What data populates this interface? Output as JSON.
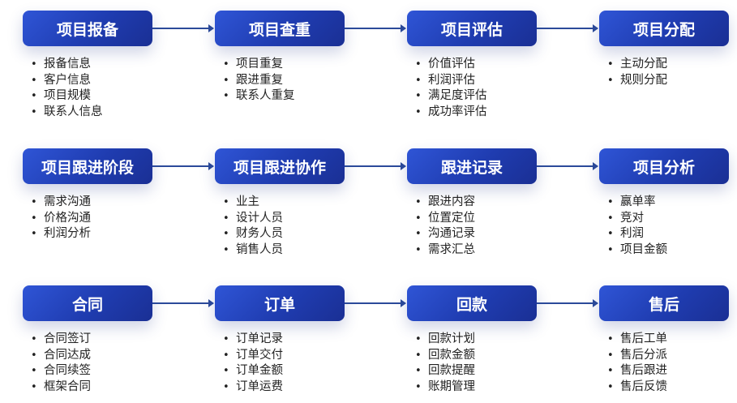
{
  "rows": [
    {
      "steps": [
        {
          "title": "项目报备",
          "items": [
            "报备信息",
            "客户信息",
            "项目规模",
            "联系人信息"
          ]
        },
        {
          "title": "项目查重",
          "items": [
            "项目重复",
            "跟进重复",
            "联系人重复"
          ]
        },
        {
          "title": "项目评估",
          "items": [
            "价值评估",
            "利润评估",
            "满足度评估",
            "成功率评估"
          ]
        },
        {
          "title": "项目分配",
          "items": [
            "主动分配",
            "规则分配"
          ]
        }
      ]
    },
    {
      "steps": [
        {
          "title": "项目跟进阶段",
          "items": [
            "需求沟通",
            "价格沟通",
            "利润分析"
          ]
        },
        {
          "title": "项目跟进协作",
          "items": [
            "业主",
            "设计人员",
            "财务人员",
            "销售人员"
          ]
        },
        {
          "title": "跟进记录",
          "items": [
            "跟进内容",
            "位置定位",
            "沟通记录",
            "需求汇总"
          ]
        },
        {
          "title": "项目分析",
          "items": [
            "赢单率",
            "竞对",
            "利润",
            "项目金额"
          ]
        }
      ]
    },
    {
      "steps": [
        {
          "title": "合同",
          "items": [
            "合同签订",
            "合同达成",
            "合同续签",
            "框架合同"
          ]
        },
        {
          "title": "订单",
          "items": [
            "订单记录",
            "订单交付",
            "订单金额",
            "订单运费"
          ]
        },
        {
          "title": "回款",
          "items": [
            "回款计划",
            "回款金额",
            "回款提醒",
            "账期管理"
          ]
        },
        {
          "title": "售后",
          "items": [
            "售后工单",
            "售后分派",
            "售后跟进",
            "售后反馈"
          ]
        }
      ]
    }
  ],
  "colors": {
    "box": "#1f3cb0",
    "arrow": "#2b4a9a"
  }
}
